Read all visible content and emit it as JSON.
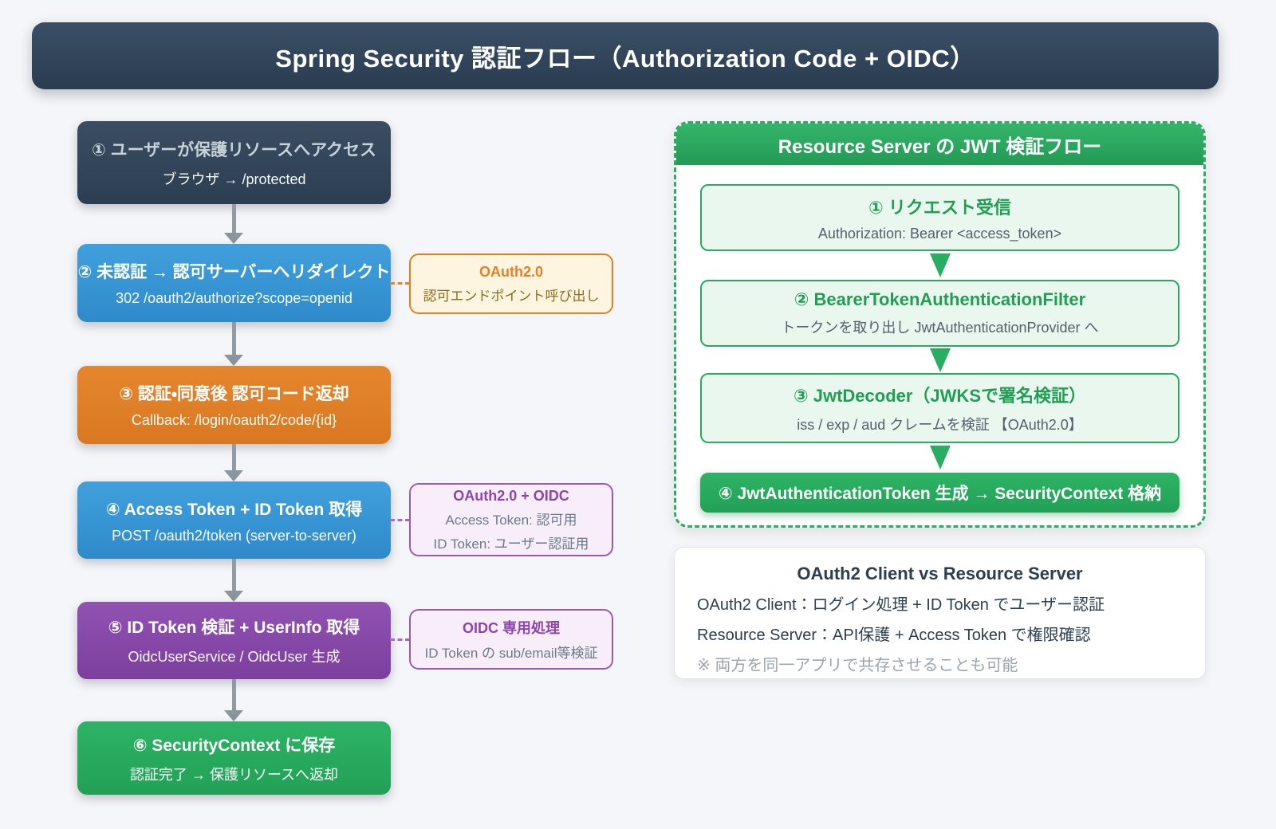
{
  "title": "Spring Security 認証フロー（Authorization Code + OIDC）",
  "colors": {
    "background": "#f5f6f9",
    "titlebar": "#2f4156",
    "dark_step": "#34495e",
    "blue_step": "#3796d3",
    "orange_step": "#df7f27",
    "purple_step": "#8748a8",
    "green_step": "#27ae60",
    "note_orange_border": "#e67e22",
    "note_orange_bg": "#fdf5e0",
    "note_purple_border": "#9b59b6",
    "note_purple_bg": "#f7eefa",
    "panel_green": "#27ae60",
    "panel_step_bg": "#e9f7ef",
    "arrow_gray": "#8a959e"
  },
  "client_flow": {
    "steps": [
      {
        "title": "① ユーザーが保護リソースへアクセス",
        "subtitle": "ブラウザ → /protected"
      },
      {
        "title": "② 未認証 → 認可サーバーへリダイレクト",
        "subtitle": "302 /oauth2/authorize?scope=openid"
      },
      {
        "title": "③ 認証・同意後 認可コード返却",
        "subtitle": "Callback: /login/oauth2/code/{id}"
      },
      {
        "title": "④ Access Token + ID Token 取得",
        "subtitle": "POST /oauth2/token (server-to-server)"
      },
      {
        "title": "⑤ ID Token 検証 + UserInfo 取得",
        "subtitle": "OidcUserService / OidcUser 生成"
      },
      {
        "title": "⑥ SecurityContext に保存",
        "subtitle": "認証完了 → 保護リソースへ返却"
      }
    ],
    "notes": [
      {
        "title": "OAuth2.0",
        "line1": "認可エンドポイント呼び出し",
        "line2": ""
      },
      {
        "title": "OAuth2.0 + OIDC",
        "line1": "Access Token: 認可用",
        "line2": "ID Token: ユーザー認証用"
      },
      {
        "title": "OIDC 専用処理",
        "line1": "ID Token の sub/email等検証",
        "line2": ""
      }
    ]
  },
  "resource_panel": {
    "title": "Resource Server の JWT 検証フロー",
    "steps": [
      {
        "title": "① リクエスト受信",
        "subtitle": "Authorization: Bearer <access_token>"
      },
      {
        "title": "② BearerTokenAuthenticationFilter",
        "subtitle": "トークンを取り出し JwtAuthenticationProvider へ"
      },
      {
        "title": "③ JwtDecoder（JWKSで署名検証）",
        "subtitle": "iss / exp / aud クレームを検証 【OAuth2.0】"
      },
      {
        "title": "④ JwtAuthenticationToken 生成 → SecurityContext 格納"
      }
    ]
  },
  "comparison_card": {
    "title": "OAuth2 Client vs Resource Server",
    "line1": "OAuth2 Client：ログイン処理 + ID Token でユーザー認証",
    "line2": "Resource Server：API保護 + Access Token で権限確認",
    "line3": "※ 両方を同一アプリで共存させることも可能"
  }
}
